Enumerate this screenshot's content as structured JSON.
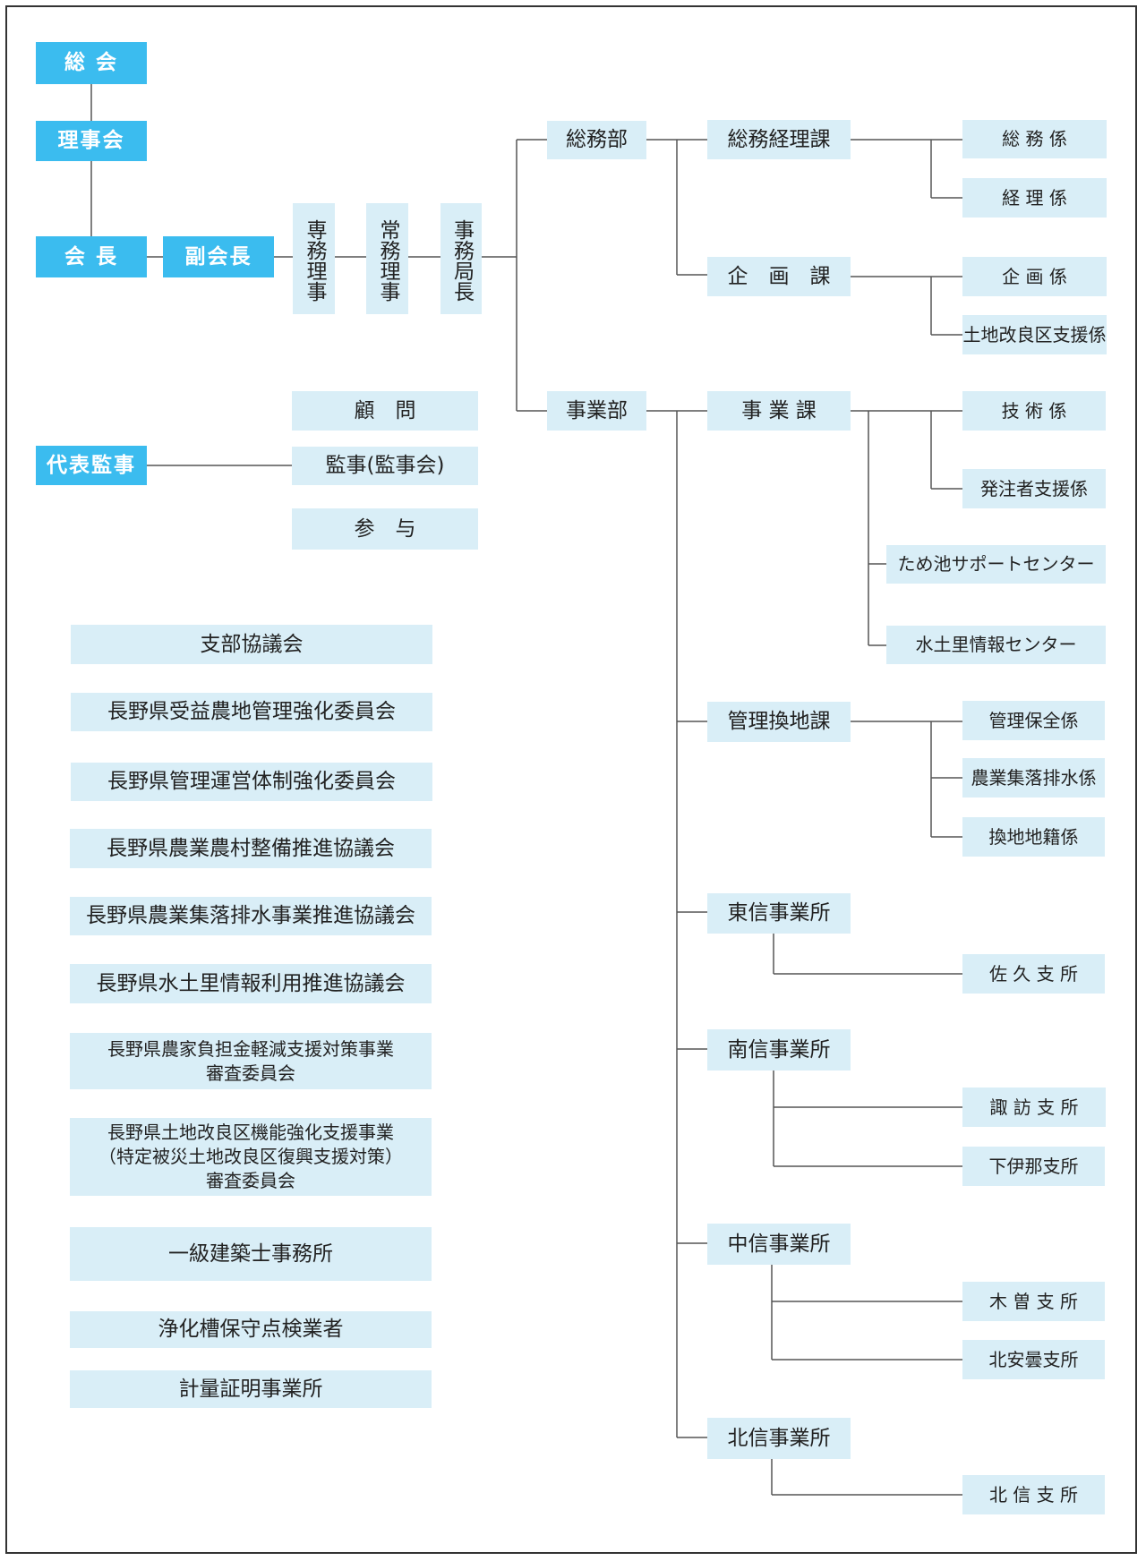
{
  "nodes": {
    "soukai": "総 会",
    "rijikai": "理事会",
    "kaicho": "会 長",
    "fukukaicho": "副会長",
    "senmu": "専務理事",
    "jomu": "常務理事",
    "jimukyokucho": "事務局長",
    "komon": "顧　問",
    "kanji": "監事(監事会)",
    "sanyo": "参　与",
    "daihyo_kanji": "代表監事",
    "somubu": "総務部",
    "jigyobu": "事業部",
    "somu_keiri_ka": "総務経理課",
    "kikaku_ka": "企　画　課",
    "jigyo_ka": "事 業 課",
    "kanri_kanchi_ka": "管理換地課",
    "toshin": "東信事業所",
    "nanshin": "南信事業所",
    "chushin": "中信事業所",
    "hokushin": "北信事業所",
    "somu_kakari": "総 務 係",
    "keiri_kakari": "経 理 係",
    "kikaku_kakari": "企 画 係",
    "tochi_shien": "土地改良区支援係",
    "gijutsu_kakari": "技 術 係",
    "hatchusha_shien": "発注者支援係",
    "tameike": "ため池サポートセンター",
    "mizu_tsuchi_sato": "水土里情報センター",
    "kanri_hozen": "管理保全係",
    "nogyo_shuraku": "農業集落排水係",
    "kanchi_chiseki": "換地地籍係",
    "saku": "佐 久 支 所",
    "suwa": "諏 訪 支 所",
    "shimoina": "下伊那支所",
    "kiso": "木 曽 支 所",
    "kitaazumi": "北安曇支所",
    "hokushin_shisho": "北 信 支 所"
  },
  "committees": [
    "支部協議会",
    "長野県受益農地管理強化委員会",
    "長野県管理運営体制強化委員会",
    "長野県農業農村整備推進協議会",
    "長野県農業集落排水事業推進協議会",
    "長野県水土里情報利用推進協議会",
    "長野県農家負担金軽減支援対策事業\n審査委員会",
    "長野県土地改良区機能強化支援事業\n（特定被災土地改良区復興支援対策）\n審査委員会",
    "一級建築士事務所",
    "浄化槽保守点検業者",
    "計量証明事業所"
  ],
  "colors": {
    "executive_fill": "#3bbcef",
    "unit_fill": "#d9eef7",
    "line": "#555555"
  }
}
